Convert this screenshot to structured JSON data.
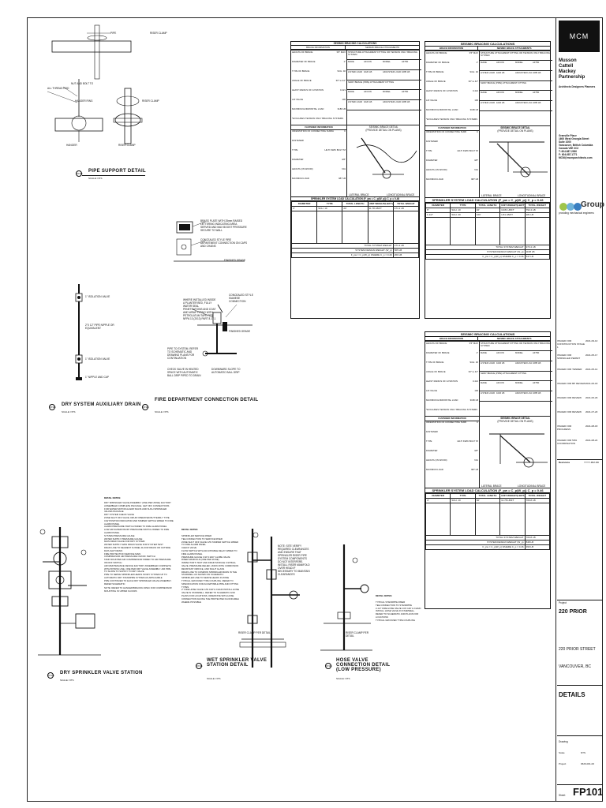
{
  "sheet": {
    "number": "FP101",
    "sheet_label": "Sheet",
    "project_label": "Project",
    "project_name": "220 PRIOR",
    "address_line1": "220 PRIOR STREET",
    "address_line2": "VANCOUVER, BC",
    "drawing_title": "DETAILS",
    "drawn_label": "Drawing",
    "scale_label": "Scale",
    "scale_value": "NTS",
    "project_no_label": "Project",
    "project_no": "0626-001-00"
  },
  "firm": {
    "logo_text": "MCM",
    "name_lines": [
      "Musson",
      "Cattell",
      "Mackey",
      "Partnership"
    ],
    "sub": "Architects Designers Planners",
    "address": [
      "Granville Place",
      "1600 West Georgia Street",
      "Suite 1000",
      "Vancouver, British Columbia",
      "Canada V6E 3C2",
      "T: 604.687.2990",
      "F: 604.687.1771",
      "MCM@mcmparchitects.com"
    ],
    "consultant": "Group",
    "consultant_sub": "providing mechanical engineers"
  },
  "revisions": {
    "entries": [
      {
        "label": "ISSUED FOR CONSTRUCTION STAGE 1",
        "date": "2021-09-10"
      },
      {
        "label": "ISSUED FOR SPRINKLER PERMIT",
        "date": "2021-05-17"
      },
      {
        "label": "ISSUED FOR TENDER",
        "date": "2021-05-14"
      },
      {
        "label": "ISSUED FOR BP REVIEW",
        "date": "2021-06-18"
      },
      {
        "label": "ISSUED FOR REVIEW",
        "date": "2021-06-29"
      },
      {
        "label": "ISSUED FOR REVIEW",
        "date": "2021-07-20"
      },
      {
        "label": "ISSUED FOR PROGRESS",
        "date": "2021-08-18"
      },
      {
        "label": "ISSUED FOR 50% COORDINATION",
        "date": "2021-08-24"
      }
    ],
    "footer_label": "Revisions",
    "footer_value": "YYYY-MM-DD"
  },
  "details": {
    "pipe_support": {
      "title": "PIPE SUPPORT DETAIL",
      "number": "FP101",
      "scale": "SCALE: NTS",
      "labels": [
        "PIPE",
        "RISER CLAMP",
        "NUT AND BOLT TO",
        "ALL THREAD ROD",
        "HANGER RING",
        "RISER CLAMP",
        "HANGER",
        "RISER CLAMP"
      ]
    },
    "signage": {
      "labels": [
        "BRASS PLATE WITH 25mm RAISED LETTERING INDICATING AREA SERVED AND MAX BOOST PRESSURE SECURE TO WALL",
        "CONCEALED STYLE FIRE DEPARTMENT CONNECTION ON CAPS AND CHAINS",
        "FINISHED GRADE"
      ]
    },
    "aux_drain": {
      "title": "DRY SYSTEM AUXILIARY DRAIN",
      "number": "FP101",
      "scale": "SCALE: NTS",
      "labels": [
        "1\" ISOLATION VALVE",
        "2\"X 12\" PIPE NIPPLE OR EQUIVALENT",
        "1\" ISOLATION VALVE",
        "1\" NIPPLE AND CAP"
      ]
    },
    "fdc": {
      "title": "FIRE DEPARTMENT CONNECTION DETAIL",
      "number": "FP101",
      "scale": "SCALE: NTS",
      "labels": [
        "WHERE INSTALLED INSIDE A PLANTER BED, FULLY WATER SEAL PENETRATIONS AND COAT AND WRAP PIPING WITH PETROLATUM TAPE PER NFPA 13 (2013) PART 8.17.1",
        "CONCEALED STYLE SIAMESE CONNECTION",
        "FINISHED GRADE",
        "PIPE TO SYSTEM. REFER TO SCHEMATIC AND DRAWING PLANS FOR CONTINUATION",
        "CHECK VALVE IN HEATED SPACE WITH AUTOMATIC BALL DRIP PIPED TO DRAIN",
        "DOWNWARD SLOPE TO AUTOMATIC BALL DRIP"
      ]
    },
    "dry_valve": {
      "title": "DRY SPRINKLER VALVE STATION",
      "number": "FP101",
      "scale": "SCALE: NTS",
      "notes_heading": "DETAIL NOTES:",
      "notes": [
        "DRY SPRINKLER VALVE ASSEMBLY (ONE PER ZONE) FACTORY ASSEMBLED COMPLETE PACKAGE. GET OFF CONNECTIONS FOR WATER MOTOR ALARM SIGNS AND SUCH SPRINKLER VALVES PACKAGE",
        "DRY SYSTEM CHECK VALVE",
        "ZONE SHUT OFF VALVE. DRUM OPERATED BUTTERFLY TYPE C/W POSITION INDICATOR AND TAMPER SWITCH WIRED TO FIRE ALARM PANEL",
        "ALARM PRESSURE SWITCH WIRED TO FIRE ALARM PANEL",
        "LOW AIR SUPERVISORY PRESSURE SWITCH WIRED TO FIRE ALARM PANEL",
        "SYSTEM PRESSURE GAUGE",
        "WATER SUPPLY PRESSURE GAUGE",
        "MAIN DRAIN VALVE FOR DRY SYSTEM",
        "WATER SUPPLY MAIN DRAIN VALVE FOR SYSTEM TEST",
        "DRAIN LINE TO NEAREST FUNNEL FLOOR DRAIN OR OUTSIDE DAYLIGHT DRAIN",
        "FIRE PROTECTION SERVICE MAIN",
        "COMPRESSOR AIR PRESSURE ON/OFF SWITCH",
        "TANK MOUNTED AIR COMPRESSOR WIRED TO AIR PRESSURE ON/OFF SWITCH",
        "AIR MAINTENANCE DEVICE FACTORY ASSEMBLED COMPLETE WITH BYPASS LINE. ONE PER DRY VALVE ASSEMBLY. AIR PIPE TO SLOPE TO SUPPLY TO DRY VALVE",
        "PIPE TO SERVE SPRINKLER HEADS IN DRY SYSTEM UP TO AUTOMATIC DRY STANDPIPE SYSTEM AS APPLICABLE",
        "PIPE CONTINUED TO EACH DRY SPRINKLER VALVE ASSEMBLY. REFER SCHEMATIC"
      ],
      "footnote": "NOTE: REFER TO HANGER/BRACING SPEC FOR COMPRESSOR MOUNTING IN UPPER FLOORS"
    },
    "wet_valve": {
      "title": "WET SPRINKLER VALVE STATION DETAIL",
      "number": "FP101",
      "scale": "SCALE: NTS",
      "notes_heading": "DETAIL NOTES:",
      "notes": [
        "SPRINKLER SERVICE RISER",
        "TEE CONNECTION TO SERVICE RISER",
        "ZONE SHUT OFF VALVE C/W TAMPER SWITCH WIRED TO FIRE ALARM PANEL",
        "CHECK VALVE",
        "FLOW SWITCH WITH ADJUSTABLE DELAY WIRED TO FIRE ALARM PANEL",
        "PRESSURE GAUGE C/W 3-WAY GLOBE VALVE",
        "RISER MANIFOLD (ONE PER ZONE)",
        "INSPECTOR'S TEST AND DRAIN MODULE C/W BALL VALVE, PRESSURE RELIEF, UNION WITH CORROSION RESISTANT ORIFICE, AND SIGHT GLASS",
        "DRAIN LINE TO COMMON SPRINKLER DRAIN IN THE STAIRWELL AS SHOWN ON SCHEMATIC",
        "SPRINKLER LINE TO SERVE HEADS IN ZONE",
        "TYPICAL GROOVED TYPE COUPLING. REFER TO SPECIFICATION FOR ACCEPTABLE PIPE AND FITTING TYPES",
        "2\" FIRE HOSE VALVE C/W CAP & CHAIN INSTALL HOSE VALVE IN STAIRWELL. REFER TO SCHEMATIC AND PLANS FOR LOCATIONS. ORIENTATE WITH HOSE CONNECTION FACING THE PROTECTED FLOOR AREA WHERE POSSIBLE"
      ],
      "side_note": "NOTE: SITE VERIFY REQUIRED CLEARANCES AND ENSURE THAT SPRINKLER RISER PIPE SYSTEM COMPONENTS DO NOT INTERFERE. INSTALL RISER MANIFOLD OVER HEAD IF NECESSARY TO MAINTAIN CLEARANCES",
      "labels": [
        "RISER CLAMP PER DETAIL"
      ]
    },
    "hose_valve": {
      "title": "HOSE VALVE CONNECTION DETAIL (LOW PRESSURE)",
      "number": "FP101",
      "scale": "SCALE: NTS",
      "notes_heading": "DETAIL NOTES:",
      "notes": [
        "TYPICAL STANDPIPE RISER",
        "TEE CONNECTION TO STANDPIPE",
        "2-1/2\" FIRE HOSE VALVE C/W CAP & CHAIN INSTALL HOSE VALVE IN STAIRWELL. REFER TO SCHEMATIC AND PLANS FOR LOCATIONS",
        "TYPICAL GROOVED TYPE COUPLING"
      ],
      "labels": [
        "RISER CLAMP PER DETAIL"
      ]
    }
  },
  "seismic": {
    "brace_calc_title": "SEISMIC BRACING CALCULATIONS",
    "brace_info": "BRACE INFORMATION",
    "brace_attach": "SEISMIC BRACE ATTACHMENTS",
    "brace_rows": [
      {
        "k": "LENGTH OF BRACE",
        "v": "3'6\" MAX"
      },
      {
        "k": "DIAMETER OF BRACE",
        "v": "1\""
      },
      {
        "k": "TYPE OF BRACE",
        "v": "SCH. 40"
      },
      {
        "k": "ANGLE OF BRACE",
        "v": "30° to 44°"
      },
      {
        "k": "LEAST RADIUS OF GYRATION",
        "v": "0.421"
      },
      {
        "k": "L/R VALUE",
        "v": "100"
      },
      {
        "k": "MAXIMUM HORIZONTAL LOAD",
        "v": "3180 LB"
      },
      {
        "k": "*EXCLUDES TENSION ONLY BRACING SYSTEMS",
        "v": ""
      }
    ],
    "attach_rows": [
      {
        "k": "STRUCTURE ATTACHMENT FITTING OR TENSION ONLY BRACING SYSTEM",
        "v": ""
      },
      {
        "k": "MAKE",
        "v": "AFCON",
        "k2": "MODEL",
        "v2": "AF750"
      },
      {
        "k": "LISTED LOAD RATING",
        "v": "1020 LB",
        "k2": "ADJUSTED LOAD RATING",
        "v2": "1085 LB"
      },
      {
        "k": "SWAY BRACE (PIPE) ATTACHMENT FITTING",
        "v": ""
      },
      {
        "k": "MAKE",
        "v": "AFCON",
        "k2": "MODEL",
        "v2": "AF750"
      },
      {
        "k": "LISTED LOAD RATING",
        "v": "1020 LB",
        "k2": "ADJUSTED LOAD RATING",
        "v2": "1085 LB"
      }
    ],
    "fastener_title": "FASTENER INFORMATION",
    "fastener_rows": [
      {
        "k": "ORIENTATION OF CONNECTING SURFACE",
        "v": "C"
      },
      {
        "k": "FASTENER",
        "v": ""
      },
      {
        "k": "TYPE",
        "v": "HILTI KWIK BOLT TZ"
      },
      {
        "k": "DIAMETER",
        "v": "3/8\""
      },
      {
        "k": "LENGTH (IN WOOD)",
        "v": "N/A"
      },
      {
        "k": "MAXIMUM LOAD",
        "v": "987 LB"
      }
    ],
    "detail_title": "SEISMIC BRACE DETAIL",
    "detail_sub": "(PROVIDE DETAIL ON PLANS)",
    "lateral": "LATERAL BRACE",
    "longitudinal": "LONGITUDINAL BRACE",
    "load_title": "SPRINKLER SYSTEM LOAD CALCULATION",
    "load_formula": "(F_pw = C_p(W_p))",
    "cp": "C_p = 0.46",
    "load_cols": [
      "DIAMETER",
      "TYPE",
      "TOTAL LENGTH",
      "UNIT WEIGHT(LB/FT)",
      "TOTAL WEIGHT"
    ],
    "tables": [
      {
        "rows": [
          [
            "4\"",
            "SCH. 10",
            "20'",
            "11.78 LB/FT",
            "471.2 LB"
          ]
        ],
        "total_weight": "471.2 LB",
        "design_weight": "565 LB",
        "fpw": "260 LB"
      },
      {
        "rows": [
          [
            "6\"",
            "SCH. 10",
            "40'",
            "19.81 LB/FT",
            "792.4 LB"
          ],
          [
            "1-1/2\"",
            "SCH. 40",
            "100'",
            "1.81 LB/FT",
            "181 LB"
          ]
        ],
        "total_weight": "973.4 LB",
        "design_weight": "1168 LB",
        "fpw": "537 LB"
      },
      {
        "rows": [
          [
            "4\"",
            "SCH. 10",
            "60'",
            "11.78 LB/FT",
            "706.8 LB"
          ]
        ],
        "total_weight": "706.8 LB",
        "design_weight": "848 LB",
        "fpw": "390 LB"
      }
    ],
    "total_weight_label": "TOTAL SYSTEM WEIGHT",
    "design_weight_label": "SYSTEM DESIGN WEIGHT (W_p)",
    "fpw_label": "F_pw = C_p(W_p) WHERE C_p = 0.46"
  }
}
